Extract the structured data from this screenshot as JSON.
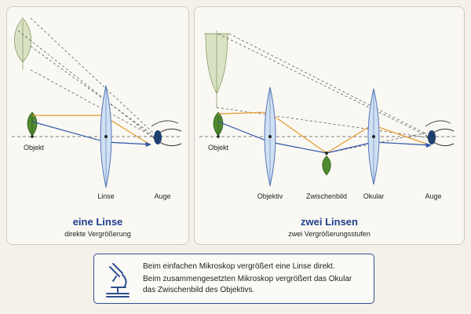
{
  "colors": {
    "ray_orange": "#e39a2d",
    "ray_blue": "#2e55a8",
    "lens_fill": "#cfe0f3",
    "lens_stroke": "#5578b8",
    "leaf_green": "#4f8a2f",
    "virtual_leaf": "#d9e3c4",
    "title_blue": "#1f3f8f",
    "frame": "#2f4f8f"
  },
  "left_panel": {
    "label_object": "Objekt",
    "label_lens": "Linse",
    "label_eye": "Auge",
    "title": "eine Linse",
    "subtitle": "direkte Vergrößerung"
  },
  "right_panel": {
    "label_object": "Objekt",
    "label_objective": "Objektiv",
    "label_intermediate": "Zwischenbild",
    "label_ocular": "Okular",
    "label_eye": "Auge",
    "title": "zwei Linsen",
    "subtitle": "zwei Vergrößerungsstufen"
  },
  "caption": {
    "line1": "Beim einfachen Mikroskop vergrößert eine Linse direkt.",
    "line2": "Beim zusammengesetzten Mikroskop vergrößert das Okular",
    "line3": "das Zwischenbild des Objektivs."
  },
  "icons": [
    "leaf-icon",
    "lens-icon",
    "eye-icon",
    "microscope-icon"
  ]
}
